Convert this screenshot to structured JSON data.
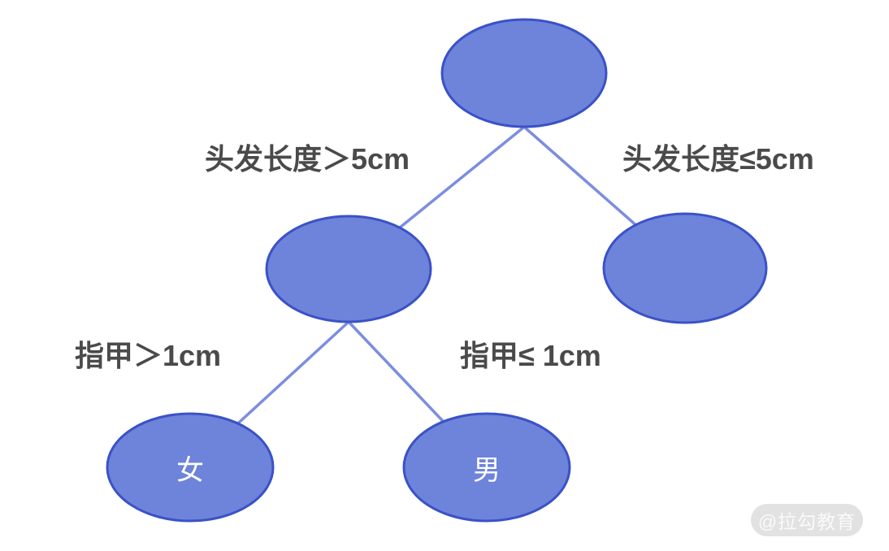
{
  "diagram": {
    "type": "decision-tree",
    "description": "Gender classification decision tree",
    "nodes": {
      "root": {
        "label": ""
      },
      "internal_left": {
        "label": ""
      },
      "right_leaf": {
        "label": ""
      },
      "female_leaf": {
        "label": "女"
      },
      "male_leaf": {
        "label": "男"
      }
    },
    "edge_labels": {
      "hair_gt": "头发长度＞5cm",
      "hair_le": "头发长度≤5cm",
      "nail_gt": "指甲＞1cm",
      "nail_le": "指甲≤ 1cm"
    },
    "edges": [
      {
        "from": "root",
        "to": "internal_left",
        "label": "头发长度＞5cm"
      },
      {
        "from": "root",
        "to": "right_leaf",
        "label": "头发长度≤5cm"
      },
      {
        "from": "internal_left",
        "to": "female_leaf",
        "label": "指甲＞1cm"
      },
      {
        "from": "internal_left",
        "to": "male_leaf",
        "label": "指甲≤ 1cm"
      }
    ],
    "colors": {
      "node_fill": "#6e83da",
      "node_border": "#3a52c7",
      "edge_line": "#7b8ede",
      "edge_label_text": "#4a4a4a",
      "node_text": "#ffffff"
    }
  },
  "watermark": {
    "text": "@拉勾教育",
    "bg": "#e2e2e2",
    "text_color": "#fafafa"
  }
}
